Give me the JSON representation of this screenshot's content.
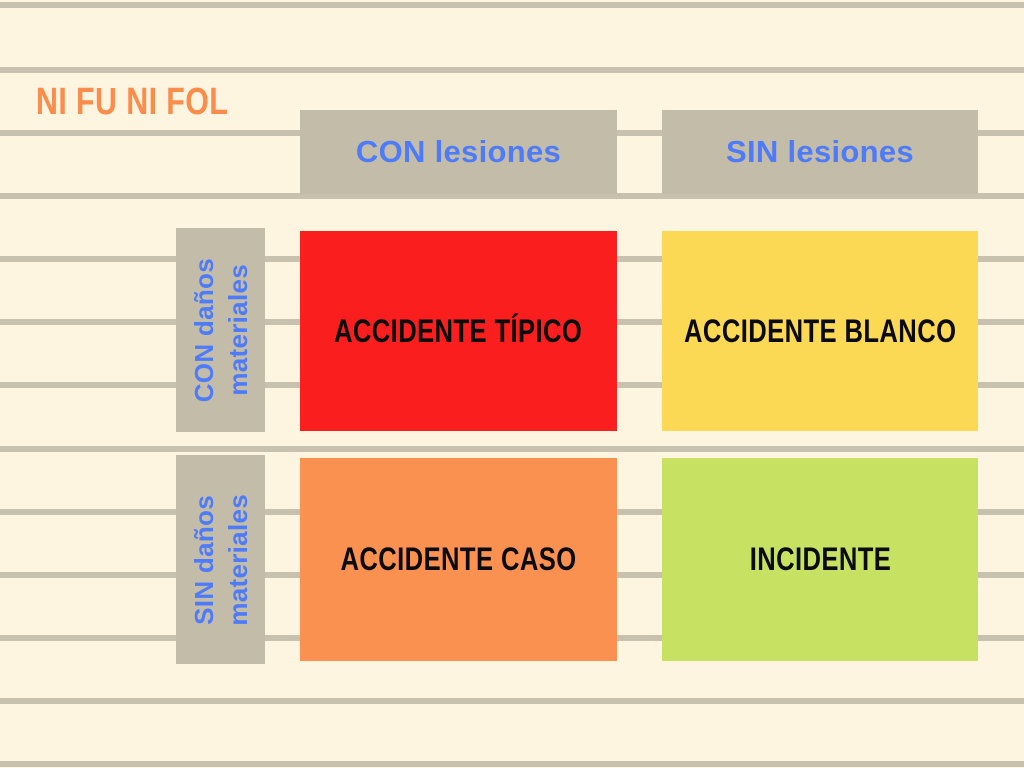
{
  "page": {
    "title": "NI FU NI FOL",
    "background_color": "#fdf5e0",
    "rule_line_color": "#c8c1ae",
    "header_fill": "#c3bca8",
    "header_text_color": "#4d7bfa",
    "title_color": "#fb8c4b",
    "cell_text_color": "#0b0b0b"
  },
  "matrix": {
    "column_headers": [
      {
        "label": "CON lesiones",
        "name": "con-lesiones"
      },
      {
        "label": "SIN lesiones",
        "name": "sin-lesiones"
      }
    ],
    "row_headers": [
      {
        "line1": "CON daños",
        "line2": "materiales",
        "name": "con-danos-materiales"
      },
      {
        "line1": "SIN daños",
        "line2": "materiales",
        "name": "sin-danos-materiales"
      }
    ],
    "cells": [
      [
        {
          "label": "ACCIDENTE TÍPICO",
          "color": "#fa1e1e"
        },
        {
          "label": "ACCIDENTE BLANCO",
          "color": "#fcd954"
        }
      ],
      [
        {
          "label": "ACCIDENTE CASO",
          "color": "#fb9151"
        },
        {
          "label": "INCIDENTE",
          "color": "#c7e163"
        }
      ]
    ]
  },
  "background_rules": {
    "line_ys": [
      2,
      67,
      130,
      193,
      256,
      319,
      382,
      446,
      509,
      572,
      635,
      698,
      761
    ],
    "line_height": 6
  }
}
